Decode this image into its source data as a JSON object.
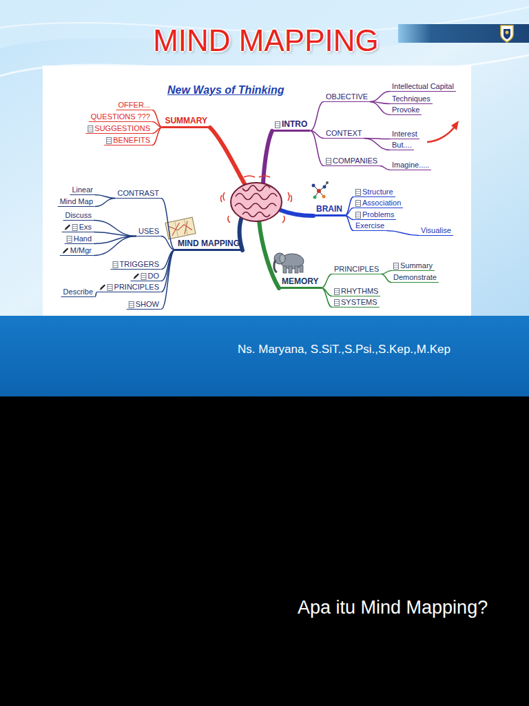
{
  "diagram": {
    "title": "MIND MAPPING",
    "nodes": [
      {
        "text": [
          "SUMMARY"
        ]
      },
      {
        "text": [
          "OFFER..."
        ]
      },
      {
        "text": [
          "QUESTIONS ???"
        ]
      },
      {
        "text": [
          "SUGGESTIONS"
        ]
      },
      {
        "text": [
          "BENEFITS"
        ]
      },
      {
        "text": [
          "INTRO"
        ]
      },
      {
        "text": [
          "OBJECTIVE"
        ]
      },
      {
        "text": [
          "Intellectual Capital"
        ]
      },
      {
        "text": [
          "Techniques"
        ]
      },
      {
        "text": [
          "Provoke"
        ]
      },
      {
        "text": [
          "CONTEXT"
        ]
      },
      {
        "text": [
          "Interest"
        ]
      },
      {
        "text": [
          "But...."
        ]
      },
      {
        "text": [
          "COMPANIES"
        ]
      },
      {
        "text": [
          "Imagine....."
        ]
      },
      {
        "text": [
          "BRAIN"
        ]
      },
      {
        "text": [
          "Structure"
        ]
      },
      {
        "text": [
          "Association"
        ]
      },
      {
        "text": [
          "Problems"
        ]
      },
      {
        "text": [
          "Exercise"
        ]
      },
      {
        "text": [
          "Visualise"
        ]
      },
      {
        "text": [
          "MEMORY"
        ]
      },
      {
        "text": [
          "PRINCIPLES"
        ]
      },
      {
        "text": [
          "Summary"
        ]
      },
      {
        "text": [
          "Demonstrate"
        ]
      },
      {
        "text": [
          "RHYTHMS"
        ]
      },
      {
        "text": [
          "SYSTEMS"
        ]
      },
      {
        "text": [
          "MIND MAPPING"
        ]
      },
      {
        "text": [
          "CONTRAST"
        ]
      },
      {
        "text": [
          "Linear"
        ]
      },
      {
        "text": [
          "Mind Map"
        ]
      },
      {
        "text": [
          "USES"
        ]
      },
      {
        "text": [
          "Discuss"
        ]
      },
      {
        "text": [
          "Exs"
        ]
      },
      {
        "text": [
          "Hand"
        ]
      },
      {
        "text": [
          "M/Mgr"
        ]
      },
      {
        "text": [
          "TRIGGERS"
        ]
      },
      {
        "text": [
          "DO"
        ]
      },
      {
        "text": [
          "PRINCIPLES"
        ]
      },
      {
        "text": [
          "Describe"
        ]
      },
      {
        "text": [
          "SHOW"
        ]
      },
      {
        "text": [
          "Ns. Maryana, S.SiT.,S.Psi.,S.Kep.,M.Kep"
        ]
      },
      {
        "text": [
          "Apa itu Mind Mapping?"
        ]
      }
    ],
    "edges": [
      {
        "from": 0,
        "to": 1,
        "arrow": "none"
      },
      {
        "from": 0,
        "to": 2,
        "arrow": "none"
      },
      {
        "from": 0,
        "to": 3,
        "arrow": "none"
      },
      {
        "from": 0,
        "to": 4,
        "arrow": "none"
      },
      {
        "from": 5,
        "to": 6,
        "arrow": "none"
      },
      {
        "from": 5,
        "to": 10,
        "arrow": "none"
      },
      {
        "from": 5,
        "to": 13,
        "arrow": "none"
      },
      {
        "from": 6,
        "to": 7,
        "arrow": "none"
      },
      {
        "from": 6,
        "to": 8,
        "arrow": "none"
      },
      {
        "from": 6,
        "to": 9,
        "arrow": "none"
      },
      {
        "from": 10,
        "to": 11,
        "arrow": "none"
      },
      {
        "from": 10,
        "to": 12,
        "arrow": "none"
      },
      {
        "from": 13,
        "to": 14,
        "arrow": "none"
      },
      {
        "from": 15,
        "to": 16,
        "arrow": "none"
      },
      {
        "from": 15,
        "to": 17,
        "arrow": "none"
      },
      {
        "from": 15,
        "to": 18,
        "arrow": "none"
      },
      {
        "from": 15,
        "to": 19,
        "arrow": "none"
      },
      {
        "from": 19,
        "to": 20,
        "arrow": "none"
      },
      {
        "from": 21,
        "to": 22,
        "arrow": "none"
      },
      {
        "from": 21,
        "to": 25,
        "arrow": "none"
      },
      {
        "from": 21,
        "to": 26,
        "arrow": "none"
      },
      {
        "from": 22,
        "to": 23,
        "arrow": "none"
      },
      {
        "from": 22,
        "to": 24,
        "arrow": "none"
      },
      {
        "from": 27,
        "to": 28,
        "arrow": "none"
      },
      {
        "from": 27,
        "to": 31,
        "arrow": "none"
      },
      {
        "from": 27,
        "to": 36,
        "arrow": "none"
      },
      {
        "from": 27,
        "to": 37,
        "arrow": "none"
      },
      {
        "from": 27,
        "to": 38,
        "arrow": "none"
      },
      {
        "from": 27,
        "to": 40,
        "arrow": "none"
      },
      {
        "from": 28,
        "to": 29,
        "arrow": "none"
      },
      {
        "from": 28,
        "to": 30,
        "arrow": "none"
      },
      {
        "from": 31,
        "to": 32,
        "arrow": "none"
      },
      {
        "from": 31,
        "to": 33,
        "arrow": "none"
      },
      {
        "from": 31,
        "to": 34,
        "arrow": "none"
      },
      {
        "from": 31,
        "to": 35,
        "arrow": "none"
      },
      {
        "from": 38,
        "to": 39,
        "arrow": "none"
      }
    ],
    "labels": [
      "New Ways of Thinking"
    ]
  }
}
